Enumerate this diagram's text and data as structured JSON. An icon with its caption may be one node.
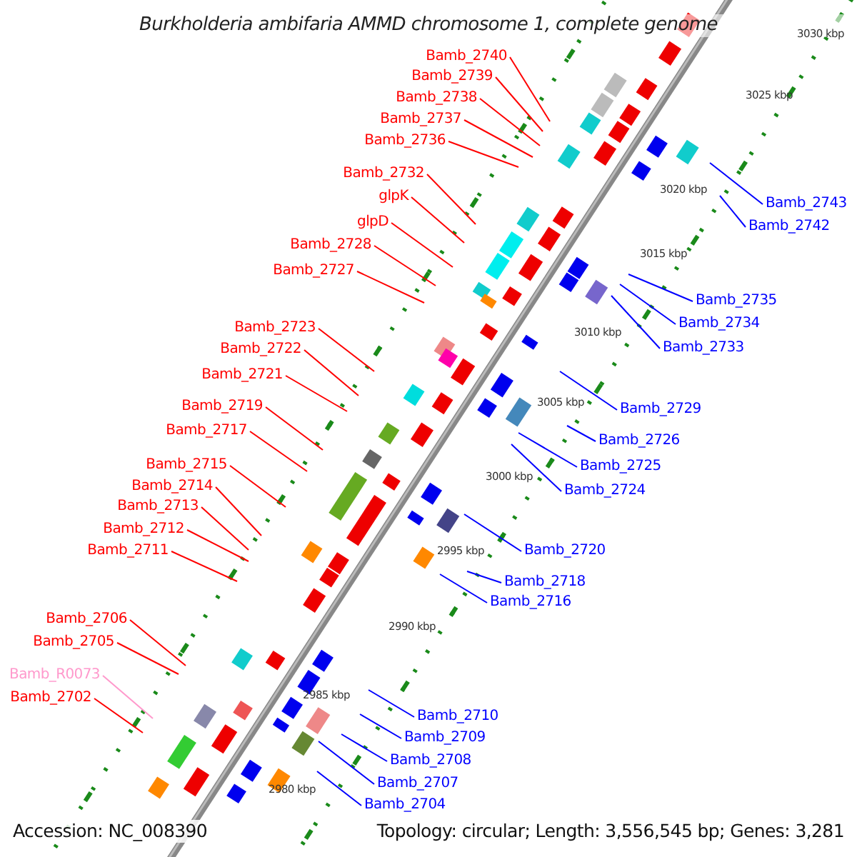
{
  "diagram": {
    "title": "Burkholderia ambifaria AMMD chromosome 1, complete genome",
    "nodes": [
      {
        "text": [
          "Bamb_2740"
        ]
      },
      {
        "text": [
          "Bamb_2739"
        ]
      },
      {
        "text": [
          "Bamb_2738"
        ]
      },
      {
        "text": [
          "Bamb_2737"
        ]
      },
      {
        "text": [
          "Bamb_2736"
        ]
      },
      {
        "text": [
          "Bamb_2732"
        ]
      },
      {
        "text": [
          "glpK"
        ]
      },
      {
        "text": [
          "glpD"
        ]
      },
      {
        "text": [
          "Bamb_2728"
        ]
      },
      {
        "text": [
          "Bamb_2727"
        ]
      },
      {
        "text": [
          "Bamb_2723"
        ]
      },
      {
        "text": [
          "Bamb_2722"
        ]
      },
      {
        "text": [
          "Bamb_2721"
        ]
      },
      {
        "text": [
          "Bamb_2719"
        ]
      },
      {
        "text": [
          "Bamb_2717"
        ]
      },
      {
        "text": [
          "Bamb_2715"
        ]
      },
      {
        "text": [
          "Bamb_2714"
        ]
      },
      {
        "text": [
          "Bamb_2713"
        ]
      },
      {
        "text": [
          "Bamb_2712"
        ]
      },
      {
        "text": [
          "Bamb_2711"
        ]
      },
      {
        "text": [
          "Bamb_2706"
        ]
      },
      {
        "text": [
          "Bamb_2705"
        ]
      },
      {
        "text": [
          "Bamb_R0073"
        ]
      },
      {
        "text": [
          "Bamb_2702"
        ]
      },
      {
        "text": [
          "Bamb_2743"
        ]
      },
      {
        "text": [
          "Bamb_2742"
        ]
      },
      {
        "text": [
          "Bamb_2735"
        ]
      },
      {
        "text": [
          "Bamb_2734"
        ]
      },
      {
        "text": [
          "Bamb_2733"
        ]
      },
      {
        "text": [
          "Bamb_2729"
        ]
      },
      {
        "text": [
          "Bamb_2726"
        ]
      },
      {
        "text": [
          "Bamb_2725"
        ]
      },
      {
        "text": [
          "Bamb_2724"
        ]
      },
      {
        "text": [
          "Bamb_2720"
        ]
      },
      {
        "text": [
          "Bamb_2718"
        ]
      },
      {
        "text": [
          "Bamb_2716"
        ]
      },
      {
        "text": [
          "Bamb_2710"
        ]
      },
      {
        "text": [
          "Bamb_2709"
        ]
      },
      {
        "text": [
          "Bamb_2708"
        ]
      },
      {
        "text": [
          "Bamb_2707"
        ]
      },
      {
        "text": [
          "Bamb_2704"
        ]
      }
    ],
    "edges": [
      {
        "from": 0,
        "to": null,
        "arrow": "none"
      },
      {
        "from": 1,
        "to": null,
        "arrow": "none"
      },
      {
        "from": 2,
        "to": null,
        "arrow": "none"
      },
      {
        "from": 3,
        "to": null,
        "arrow": "none"
      },
      {
        "from": 4,
        "to": null,
        "arrow": "none"
      },
      {
        "from": 5,
        "to": null,
        "arrow": "none"
      },
      {
        "from": 6,
        "to": null,
        "arrow": "none"
      },
      {
        "from": 7,
        "to": null,
        "arrow": "none"
      },
      {
        "from": 8,
        "to": null,
        "arrow": "none"
      },
      {
        "from": 9,
        "to": null,
        "arrow": "none"
      },
      {
        "from": 10,
        "to": null,
        "arrow": "none"
      },
      {
        "from": 11,
        "to": null,
        "arrow": "none"
      },
      {
        "from": 12,
        "to": null,
        "arrow": "none"
      },
      {
        "from": 13,
        "to": null,
        "arrow": "none"
      },
      {
        "from": 14,
        "to": null,
        "arrow": "none"
      },
      {
        "from": 15,
        "to": null,
        "arrow": "none"
      },
      {
        "from": 16,
        "to": null,
        "arrow": "none"
      },
      {
        "from": 17,
        "to": null,
        "arrow": "none"
      },
      {
        "from": 18,
        "to": null,
        "arrow": "none"
      },
      {
        "from": 19,
        "to": null,
        "arrow": "none"
      },
      {
        "from": 20,
        "to": null,
        "arrow": "none"
      },
      {
        "from": 21,
        "to": null,
        "arrow": "none"
      },
      {
        "from": 22,
        "to": null,
        "arrow": "none",
        "color": "#ff99cc"
      },
      {
        "from": 23,
        "to": null,
        "arrow": "none"
      },
      {
        "from": 24,
        "to": null,
        "arrow": "none",
        "color": "#0000ff"
      },
      {
        "from": 25,
        "to": null,
        "arrow": "none",
        "color": "#0000ff"
      },
      {
        "from": 26,
        "to": null,
        "arrow": "none",
        "color": "#0000ff"
      },
      {
        "from": 27,
        "to": null,
        "arrow": "none",
        "color": "#0000ff"
      },
      {
        "from": 28,
        "to": null,
        "arrow": "none",
        "color": "#0000ff"
      },
      {
        "from": 29,
        "to": null,
        "arrow": "none",
        "color": "#0000ff"
      },
      {
        "from": 30,
        "to": null,
        "arrow": "none",
        "color": "#0000ff"
      },
      {
        "from": 31,
        "to": null,
        "arrow": "none",
        "color": "#0000ff"
      },
      {
        "from": 32,
        "to": null,
        "arrow": "none",
        "color": "#0000ff"
      },
      {
        "from": 33,
        "to": null,
        "arrow": "none",
        "color": "#0000ff"
      },
      {
        "from": 34,
        "to": null,
        "arrow": "none",
        "color": "#0000ff"
      },
      {
        "from": 35,
        "to": null,
        "arrow": "none",
        "color": "#0000ff"
      },
      {
        "from": 36,
        "to": null,
        "arrow": "none",
        "color": "#0000ff"
      },
      {
        "from": 37,
        "to": null,
        "arrow": "none",
        "color": "#0000ff"
      },
      {
        "from": 38,
        "to": null,
        "arrow": "none",
        "color": "#0000ff"
      },
      {
        "from": 39,
        "to": null,
        "arrow": "none",
        "color": "#0000ff"
      },
      {
        "from": 40,
        "to": null,
        "arrow": "none",
        "color": "#0000ff"
      }
    ],
    "labels": [
      "3030 kbp",
      "3025 kbp",
      "3020 kbp",
      "3015 kbp",
      "3010 kbp",
      "3005 kbp",
      "3000 kbp",
      "2995 kbp",
      "2990 kbp",
      "2985 kbp",
      "2980 kbp",
      "Accession: NC_008390",
      "Topology: circular; Length: 3,556,545 bp; Genes: 3,281"
    ]
  }
}
